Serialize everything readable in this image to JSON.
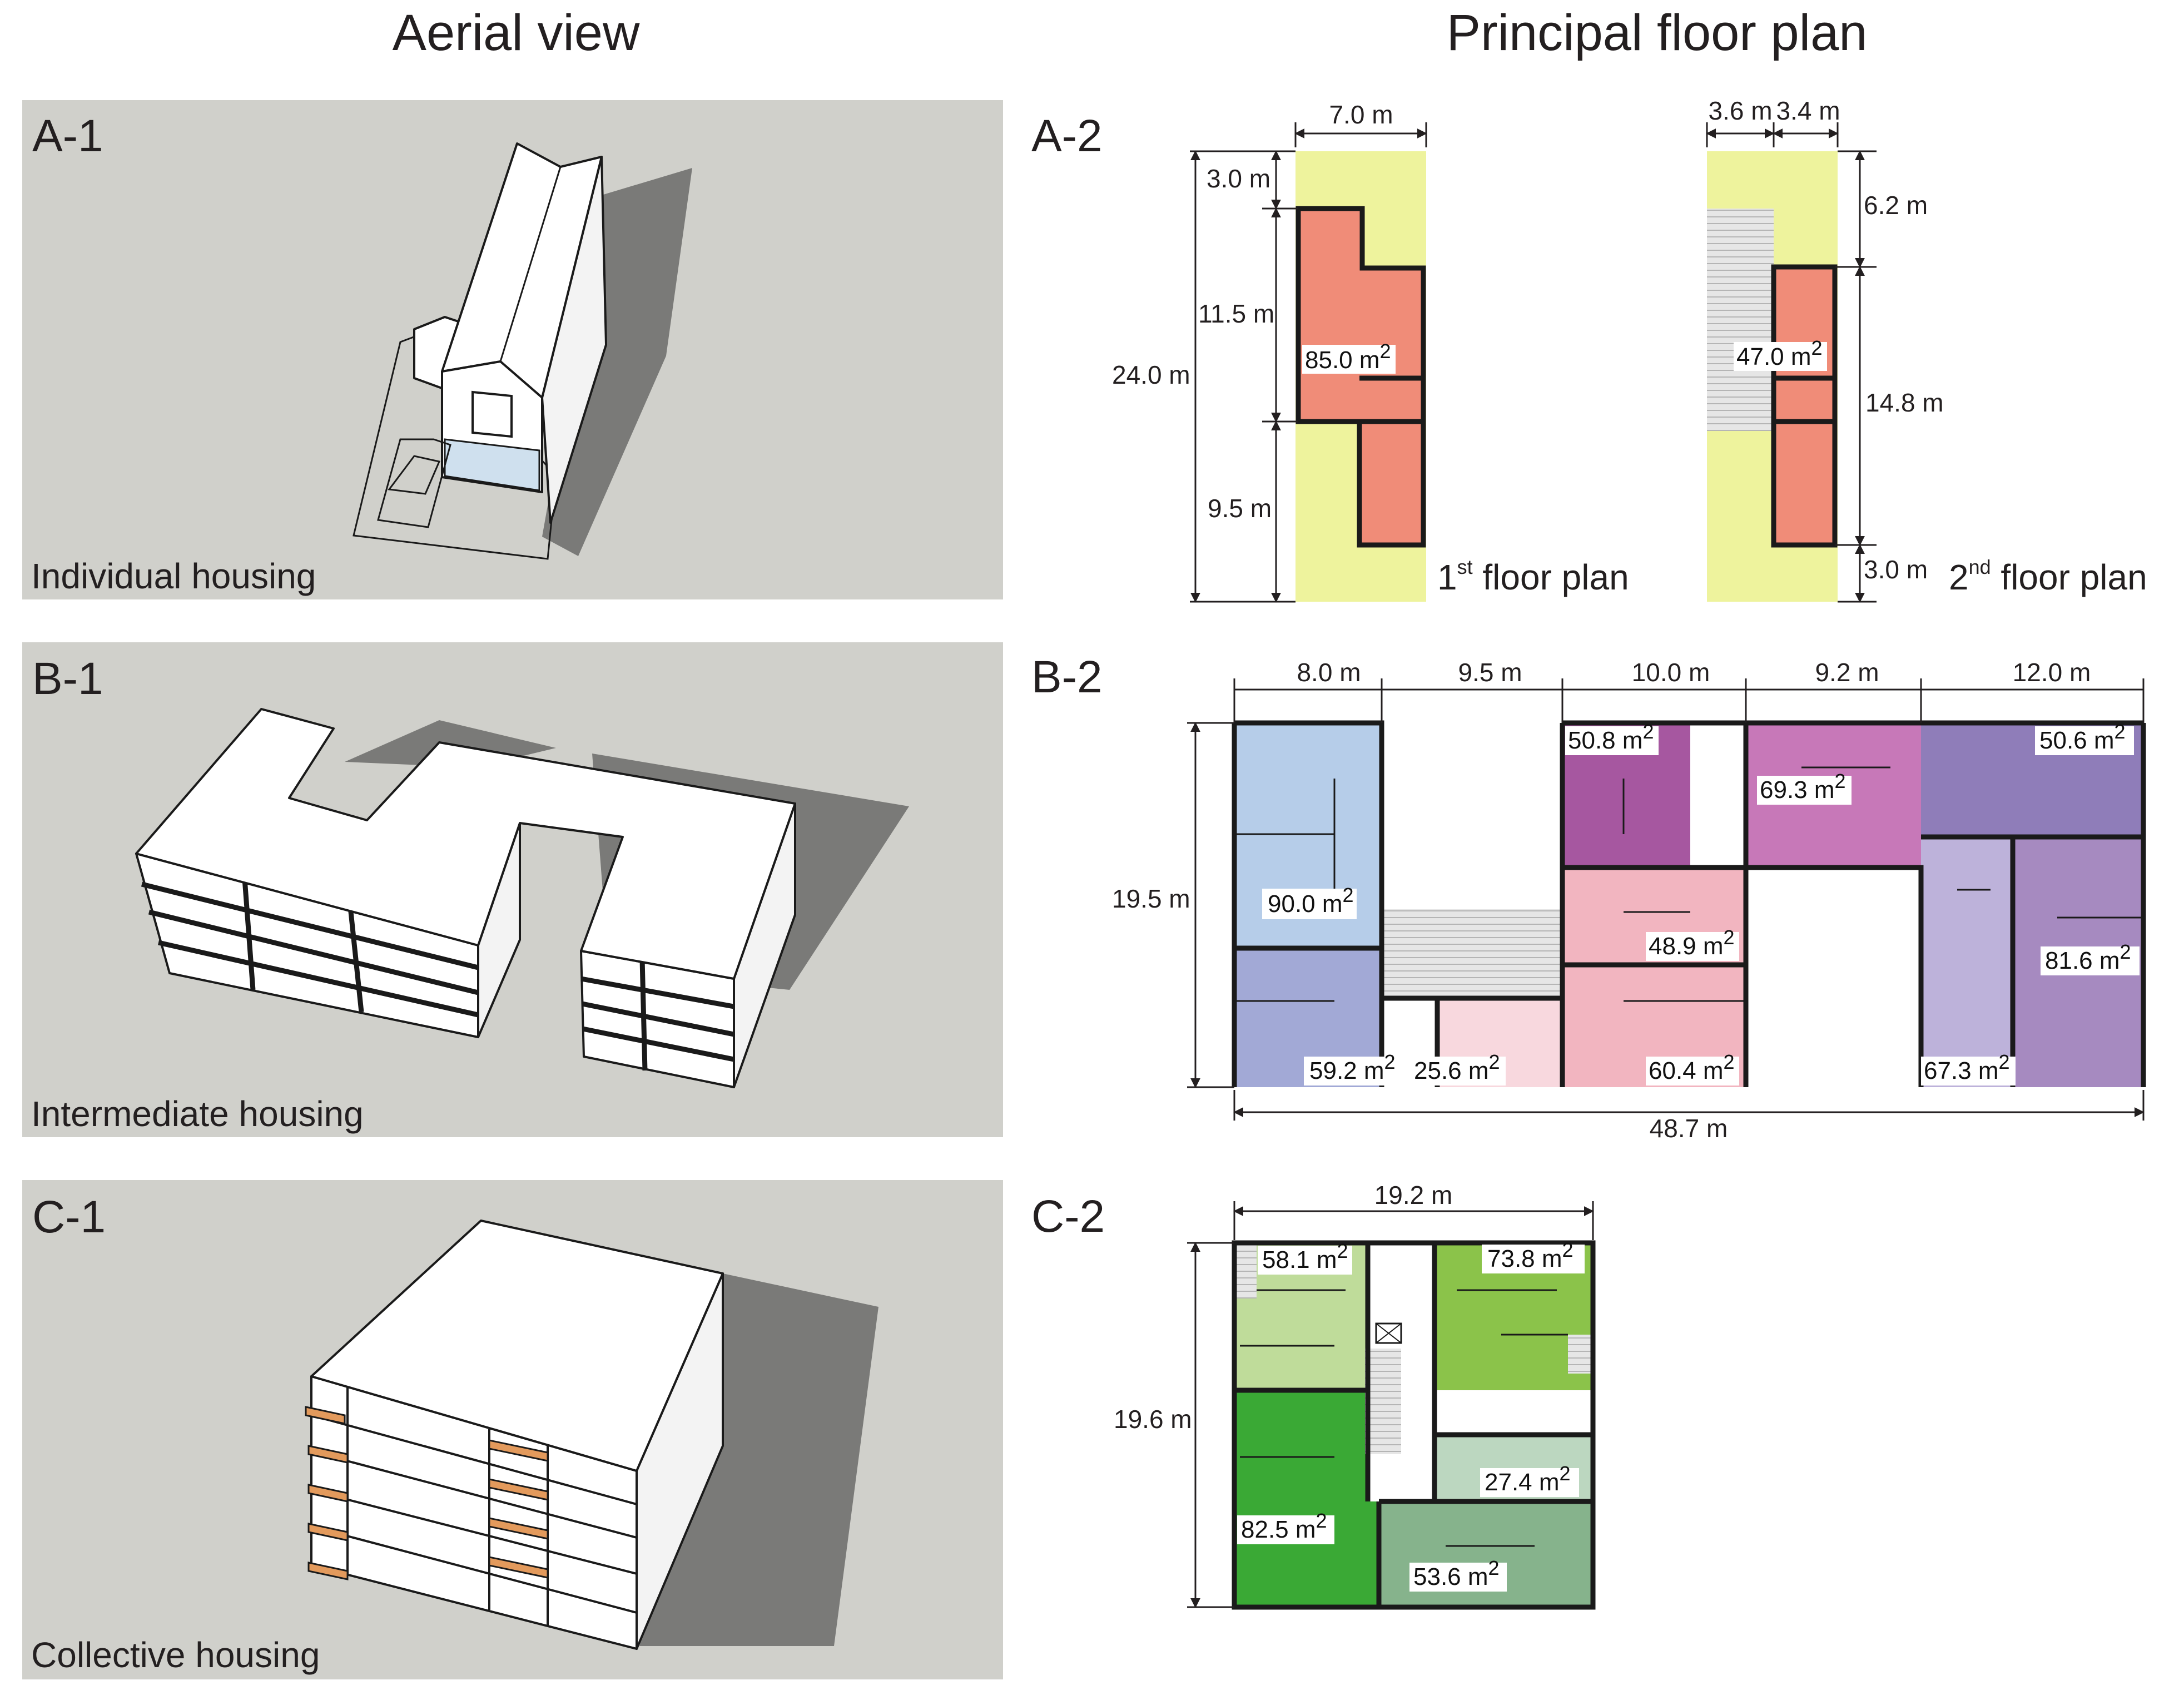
{
  "headers": {
    "aerial": "Aerial view",
    "plan": "Principal floor plan"
  },
  "panels": {
    "a1": {
      "id": "A-1",
      "caption": "Individual housing"
    },
    "b1": {
      "id": "B-1",
      "caption": "Intermediate housing"
    },
    "c1": {
      "id": "C-1",
      "caption": "Collective housing"
    },
    "a2": {
      "id": "A-2"
    },
    "b2": {
      "id": "B-2"
    },
    "c2": {
      "id": "C-2"
    }
  },
  "a2": {
    "first": {
      "width": "7.0 m",
      "d_top": "3.0 m",
      "d_mid": "11.5 m",
      "d_total": "24.0 m",
      "d_bot": "9.5 m",
      "area": "85.0 m",
      "label_base": "1",
      "label_sup": "st",
      "label_rest": " floor plan"
    },
    "second": {
      "w_left": "3.6 m",
      "w_right": "3.4 m",
      "d_top": "6.2 m",
      "d_mid": "14.8 m",
      "d_bot": "3.0 m",
      "area": "47.0 m",
      "label_base": "2",
      "label_sup": "nd",
      "label_rest": " floor plan"
    }
  },
  "b2": {
    "widths": [
      "8.0 m",
      "9.5 m",
      "10.0 m",
      "9.2 m",
      "12.0 m"
    ],
    "depth": "19.5 m",
    "total": "48.7 m",
    "areas": [
      "90.0 m",
      "59.2 m",
      "25.6 m",
      "50.8 m",
      "48.9 m",
      "60.4 m",
      "69.3 m",
      "50.6 m",
      "81.6 m",
      "67.3 m"
    ]
  },
  "c2": {
    "width": "19.2 m",
    "depth": "19.6 m",
    "areas": [
      "58.1 m",
      "73.8 m",
      "27.4 m",
      "82.5 m",
      "53.6 m"
    ]
  },
  "sq_sup": "2",
  "colors": {
    "yard": "#eef39d",
    "house": "#f08c78",
    "b_blue": "#b6cde9",
    "b_indigo": "#a2a9d6",
    "b_pink_light": "#f8d8de",
    "b_pink": "#f2b5c0",
    "b_purple_dark": "#a657a0",
    "b_magenta": "#c778b8",
    "b_violet": "#8f7db9",
    "b_lavender": "#bdb2da",
    "b_mauve": "#a68ac0",
    "c_light": "#bfdc9a",
    "c_mid": "#8bc34a",
    "c_dark": "#3aa935",
    "c_pale": "#bcd7c0",
    "c_sage": "#86b38c",
    "balcony": "#e39a5c",
    "panel_bg": "#d0d0cb"
  }
}
